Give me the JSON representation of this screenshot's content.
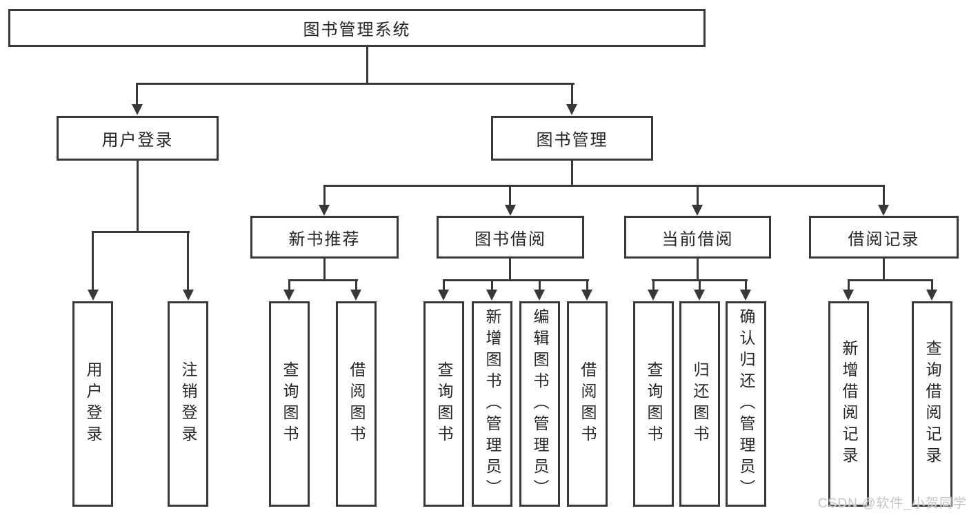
{
  "tree": {
    "label": "图书管理系统",
    "children": [
      {
        "label": "用户登录",
        "children": [
          {
            "label": "用户登录"
          },
          {
            "label": "注销登录"
          }
        ]
      },
      {
        "label": "图书管理",
        "children": [
          {
            "label": "新书推荐",
            "children": [
              {
                "label": "查询图书"
              },
              {
                "label": "借阅图书"
              }
            ]
          },
          {
            "label": "图书借阅",
            "children": [
              {
                "label": "查询图书"
              },
              {
                "label": "新增图书（管理员）"
              },
              {
                "label": "编辑图书（管理员）"
              },
              {
                "label": "借阅图书"
              }
            ]
          },
          {
            "label": "当前借阅",
            "children": [
              {
                "label": "查询图书"
              },
              {
                "label": "归还图书"
              },
              {
                "label": "确认归还（管理员）"
              }
            ]
          },
          {
            "label": "借阅记录",
            "children": [
              {
                "label": "新增借阅记录"
              },
              {
                "label": "查询借阅记录"
              }
            ]
          }
        ]
      }
    ]
  },
  "watermark": {
    "text": "CSDN @软件_小贺同学"
  },
  "colors": {
    "line": "#383838",
    "text": "#262626",
    "background": "#ffffff",
    "watermark": "#c6c6c6"
  }
}
